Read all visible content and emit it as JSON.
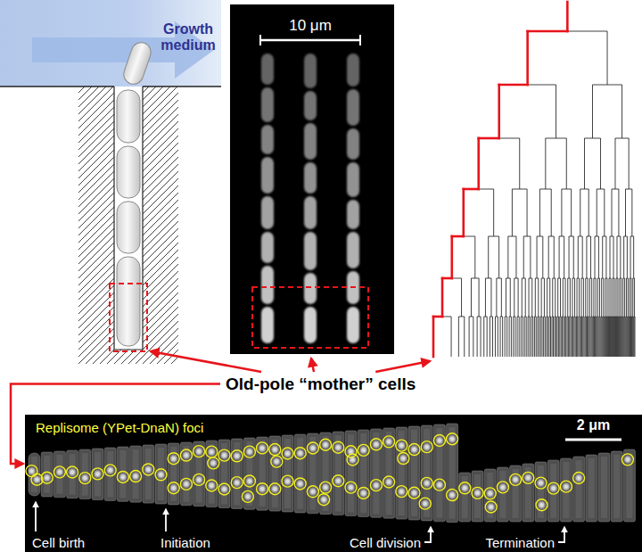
{
  "diagram": {
    "nodes": [
      {
        "text": [
          "Growth medium"
        ]
      },
      {
        "text": [
          "10 μm"
        ]
      },
      {
        "text": [
          "Replisome (YPet-DnaN) foci",
          "2 μm",
          "Cell birth",
          "Initiation",
          "Cell division",
          "Termination"
        ]
      }
    ],
    "labels": [
      "Old-pole “mother” cells"
    ]
  }
}
